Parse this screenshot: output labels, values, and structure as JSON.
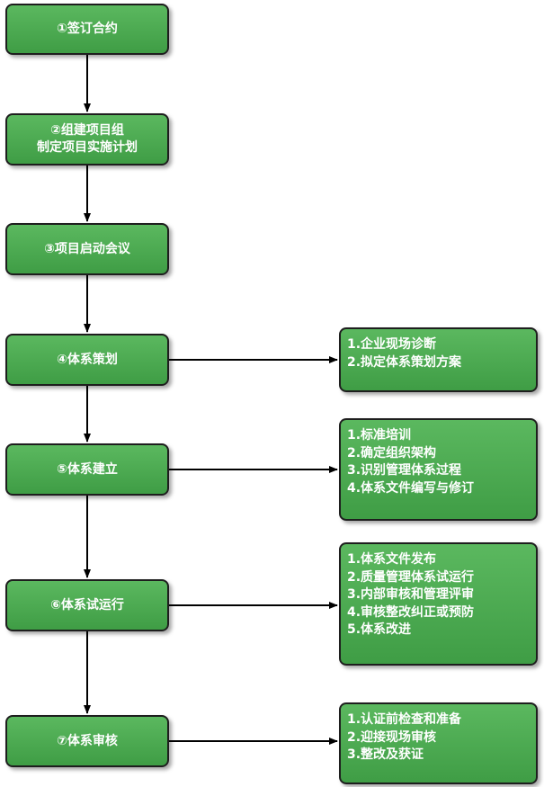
{
  "steps": [
    {
      "label": "①签订合约"
    },
    {
      "label": "②组建项目组\n制定项目实施计划"
    },
    {
      "label": "③项目启动会议"
    },
    {
      "label": "④体系策划"
    },
    {
      "label": "⑤体系建立"
    },
    {
      "label": "⑥体系试运行"
    },
    {
      "label": "⑦体系审核"
    }
  ],
  "details": {
    "step4": [
      "1.企业现场诊断",
      "2.拟定体系策划方案"
    ],
    "step5": [
      "1.标准培训",
      "2.确定组织架构",
      "3.识别管理体系过程",
      "4.体系文件编写与修订"
    ],
    "step6": [
      "1.体系文件发布",
      "2.质量管理体系试运行",
      "3.内部审核和管理评审",
      "4.审核整改纠正或预防",
      "5.体系改进"
    ],
    "step7": [
      "1.认证前检查和准备",
      "2.迎接现场审核",
      "3.整改及获证"
    ]
  },
  "colors": {
    "box_fill": "#4caf50",
    "box_border": "#1e1e1e",
    "text": "#ffffff",
    "arrow": "#000000"
  }
}
